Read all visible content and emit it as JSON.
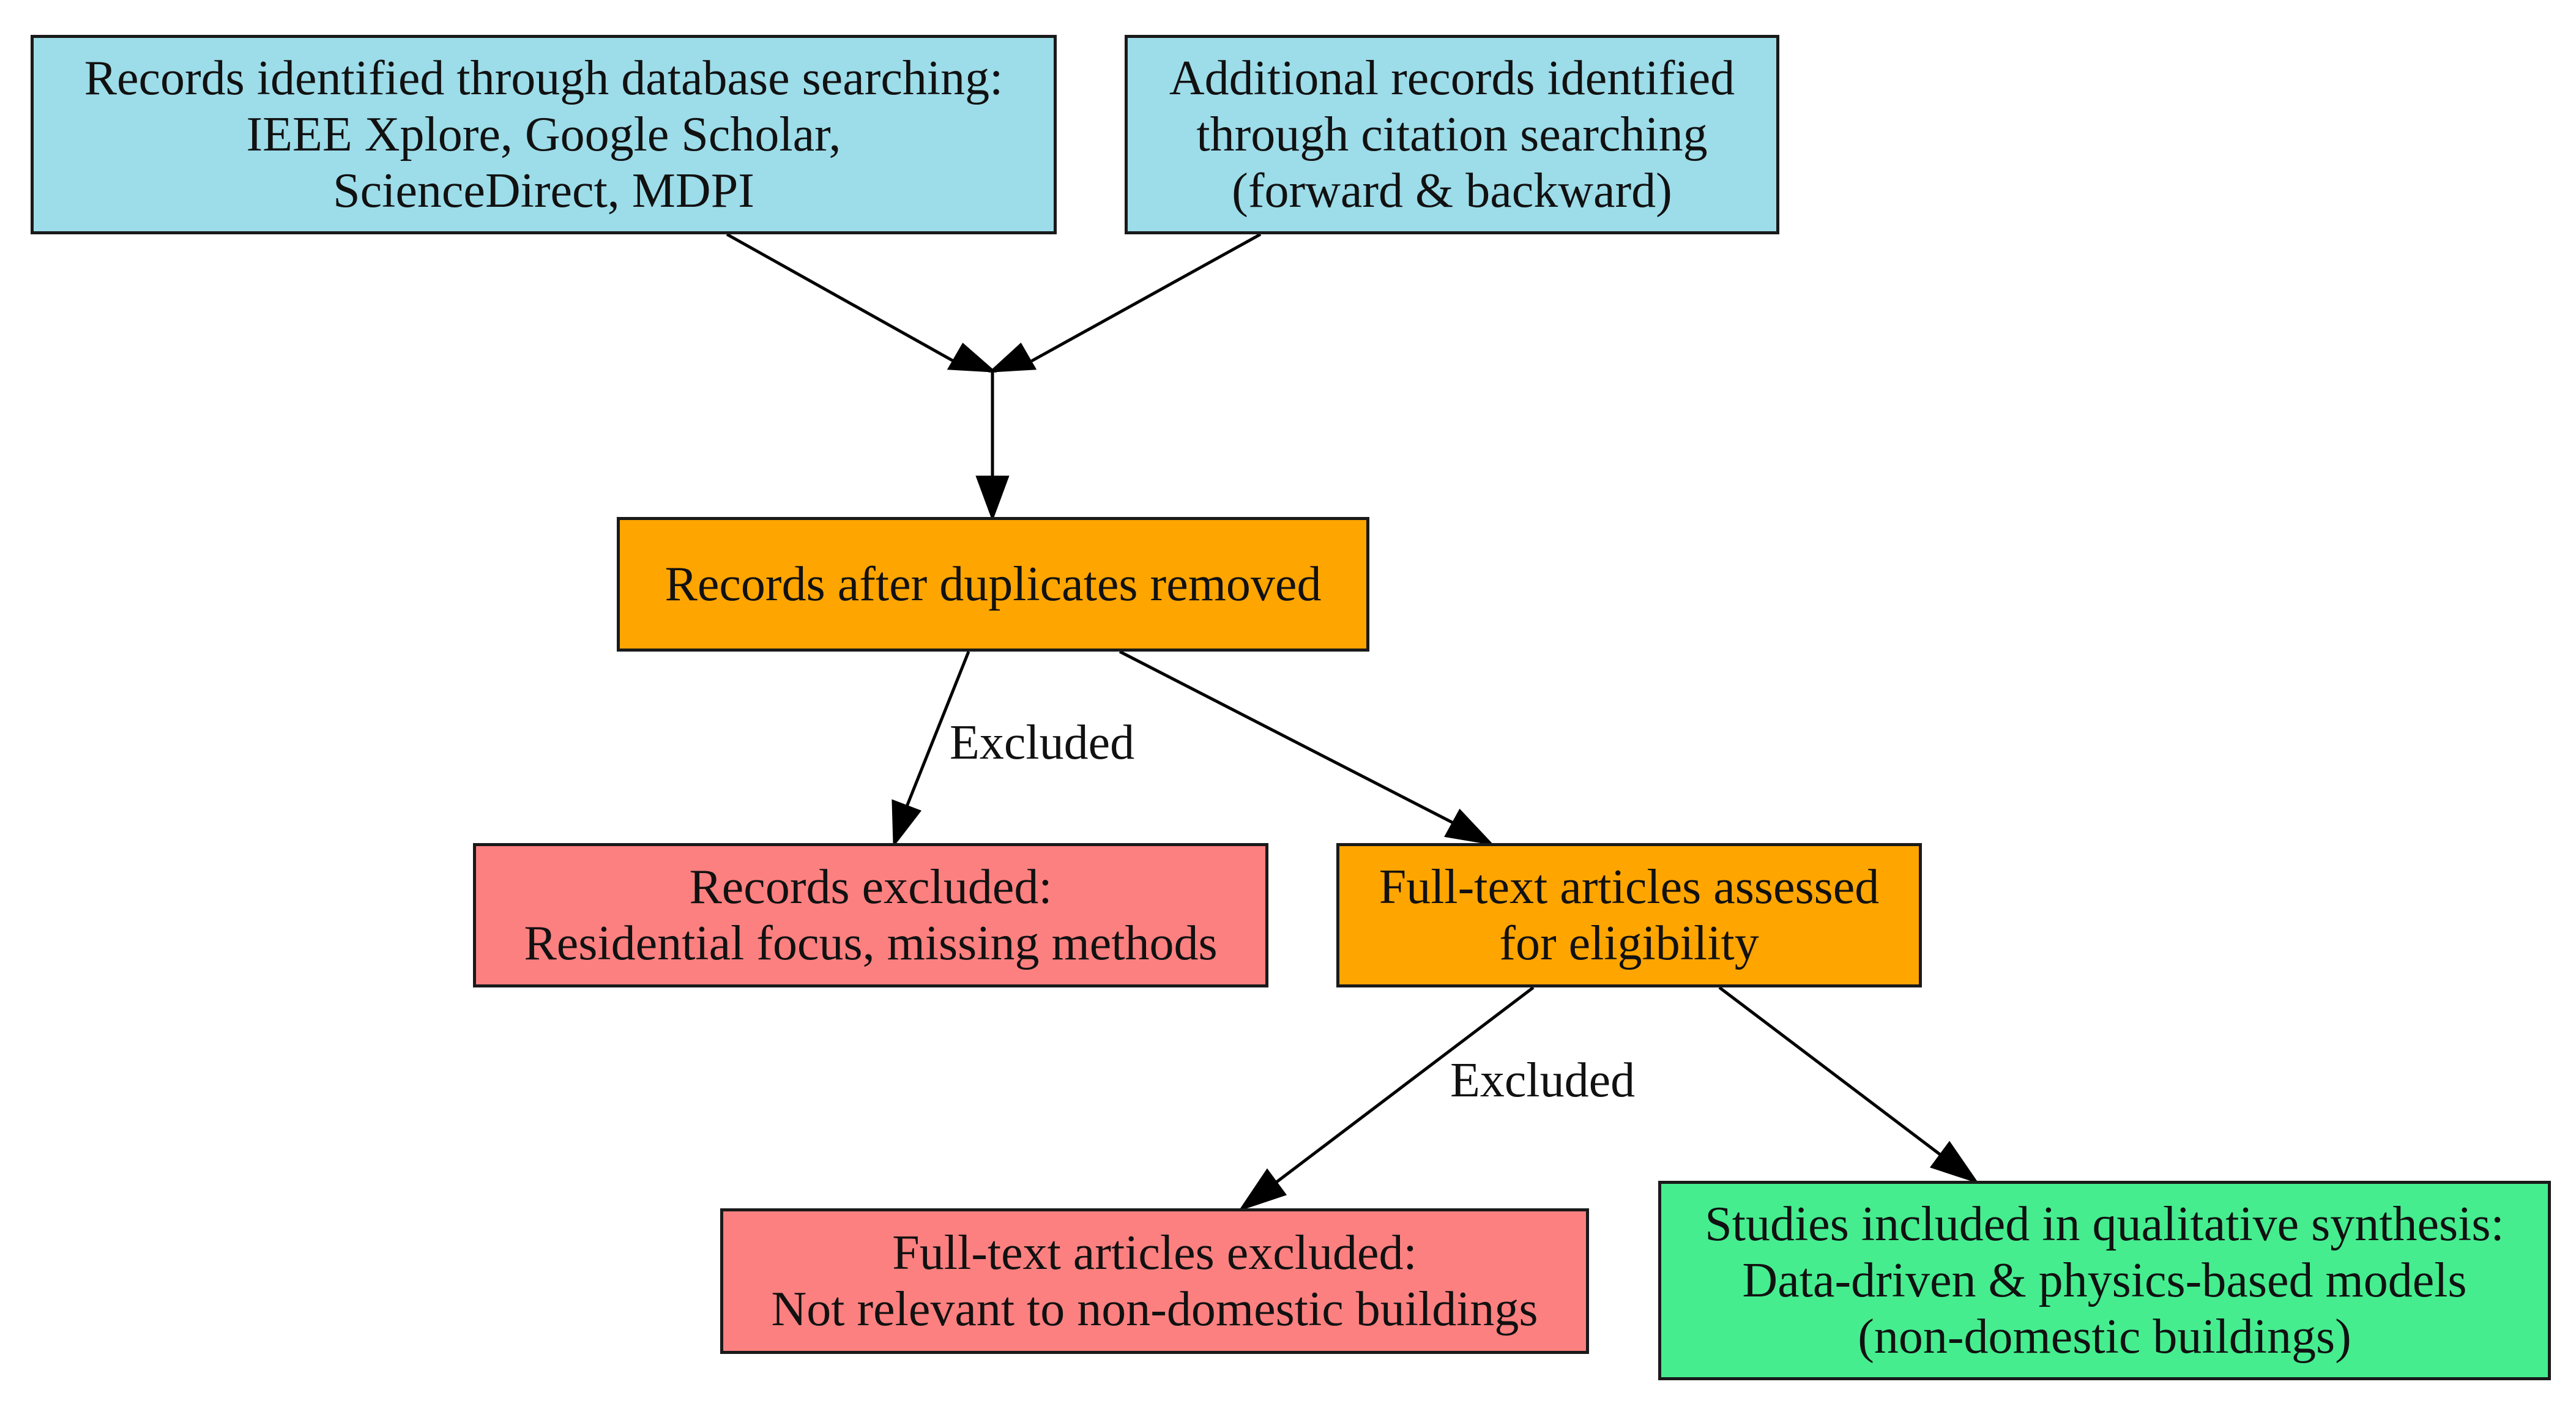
{
  "diagram": {
    "type": "PRISMA flow diagram",
    "colors": {
      "identification": "#9ddce9",
      "screening": "#ffa500",
      "excluded": "#fd8080",
      "included": "#45ed8f",
      "border": "#1a1a1a",
      "edge": "#000000"
    },
    "nodes": {
      "database_search": {
        "lines": [
          "Records identified through database searching:",
          "IEEE Xplore, Google Scholar,",
          "ScienceDirect, MDPI"
        ]
      },
      "citation_search": {
        "lines": [
          "Additional records identified",
          "through citation searching",
          "(forward & backward)"
        ]
      },
      "duplicates_removed": {
        "lines": [
          "Records after duplicates removed"
        ]
      },
      "records_excluded": {
        "lines": [
          "Records excluded:",
          "Residential focus, missing methods"
        ]
      },
      "full_text_assessed": {
        "lines": [
          "Full-text articles assessed",
          "for eligibility"
        ]
      },
      "full_text_excluded": {
        "lines": [
          "Full-text articles excluded:",
          "Not relevant to non-domestic buildings"
        ]
      },
      "studies_included": {
        "lines": [
          "Studies included in qualitative synthesis:",
          "Data-driven & physics-based models",
          "(non-domestic buildings)"
        ]
      }
    },
    "edge_labels": {
      "dedup_to_excluded": "Excluded",
      "fulltext_to_excluded": "Excluded"
    }
  }
}
